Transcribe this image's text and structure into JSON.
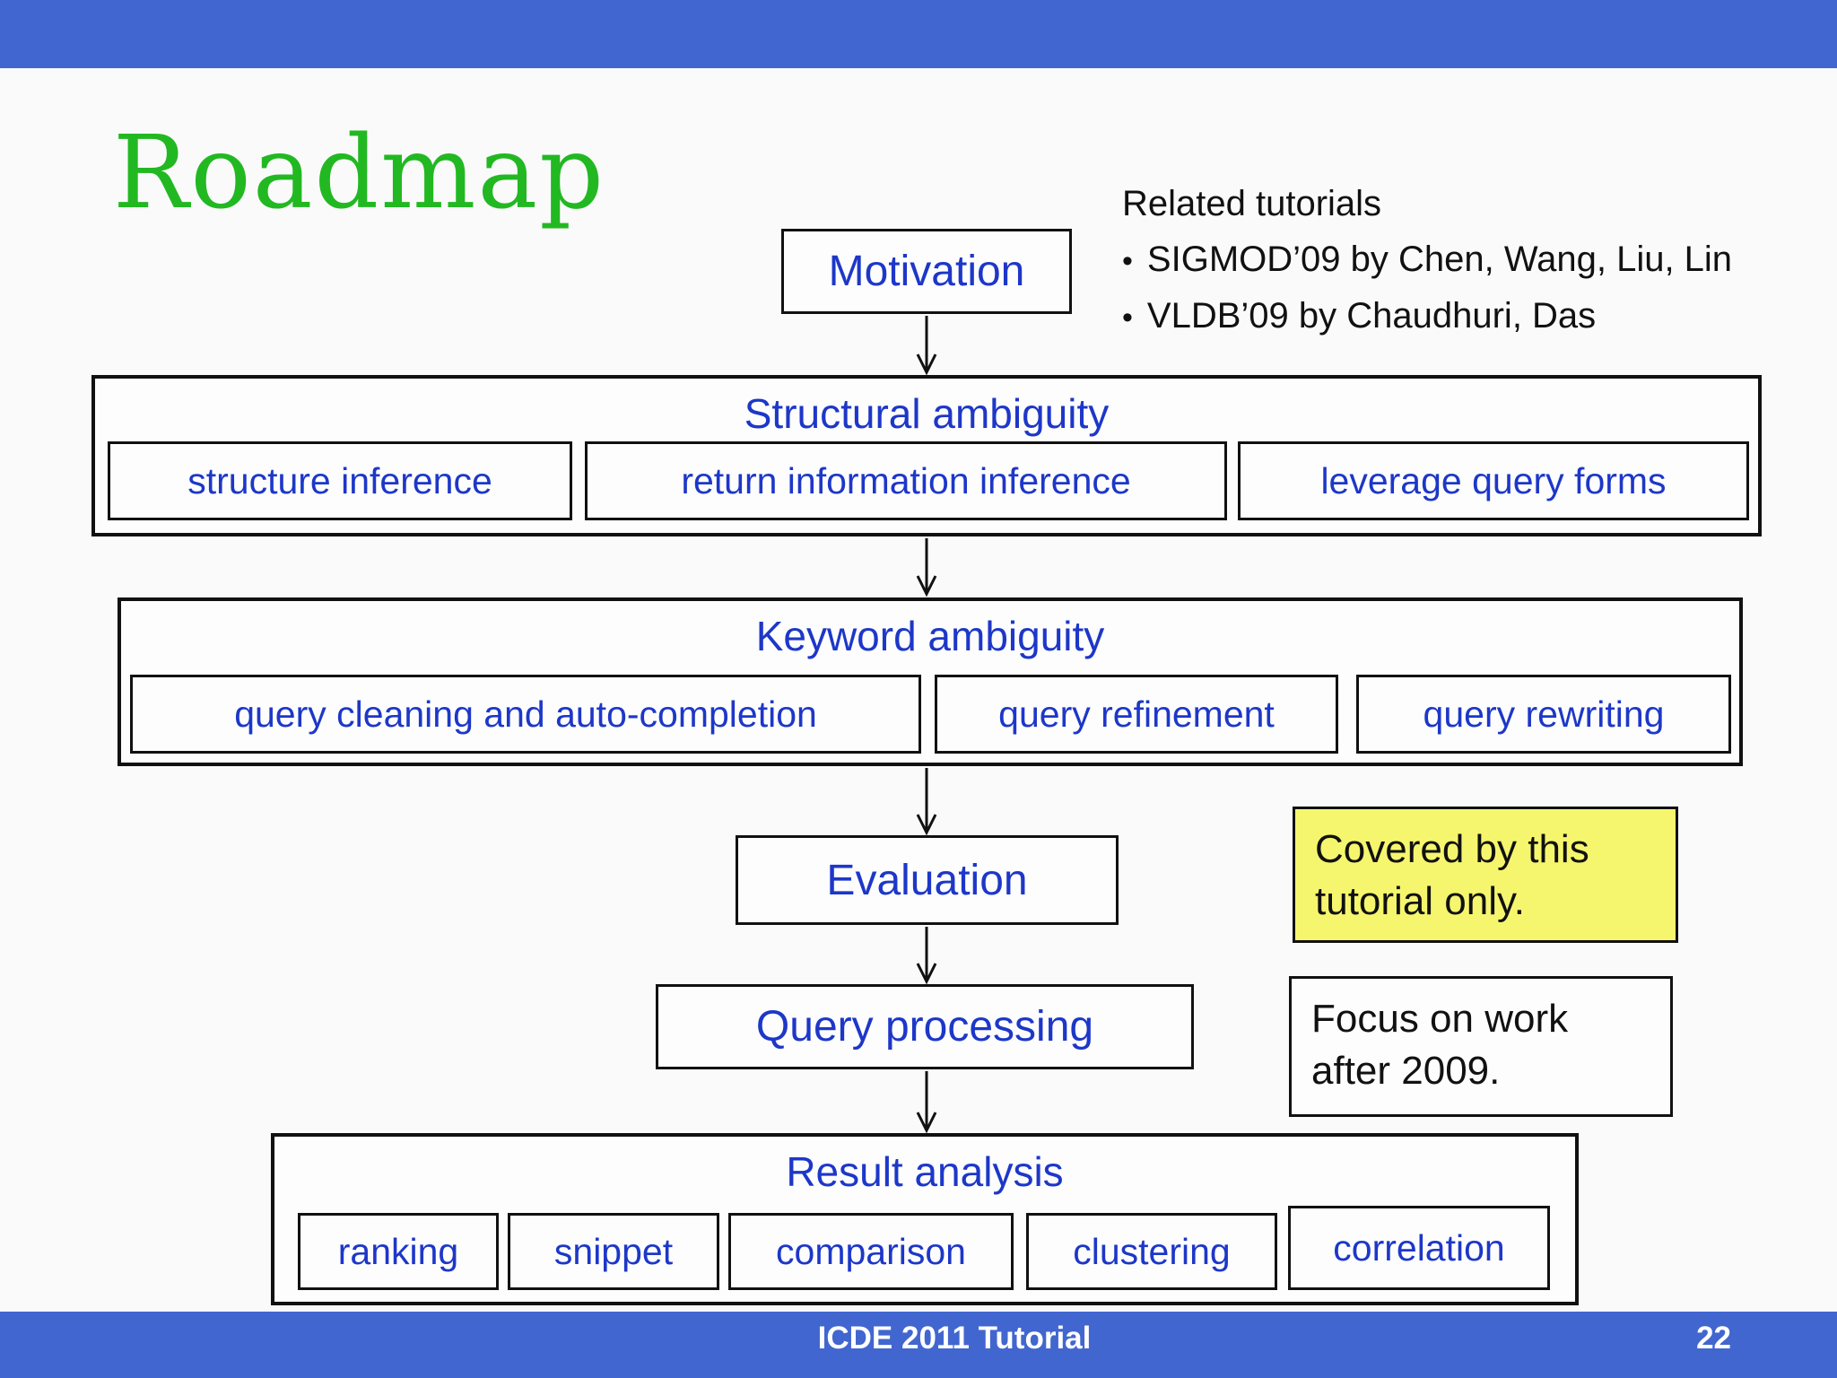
{
  "slide": {
    "title": "Roadmap",
    "footer": {
      "label": "ICDE 2011 Tutorial",
      "page_number": "22"
    }
  },
  "colors": {
    "bar_blue": "#4166cf",
    "text_blue": "#1d37c8",
    "title_green": "#22b822",
    "note_yellow": "#f6f66e",
    "ink": "#111111"
  },
  "bullet_glyph": "•",
  "related_tutorials": {
    "heading": "Related tutorials",
    "items": [
      "SIGMOD’09 by Chen, Wang, Liu, Lin",
      "VLDB’09 by Chaudhuri, Das"
    ]
  },
  "flow": {
    "motivation": {
      "label": "Motivation"
    },
    "structural_ambiguity": {
      "title": "Structural ambiguity",
      "children": [
        "structure inference",
        "return information inference",
        "leverage query forms"
      ]
    },
    "keyword_ambiguity": {
      "title": "Keyword ambiguity",
      "children": [
        "query cleaning and auto-completion",
        "query refinement",
        "query rewriting"
      ]
    },
    "evaluation": {
      "label": "Evaluation"
    },
    "query_processing": {
      "label": "Query processing"
    },
    "result_analysis": {
      "title": "Result analysis",
      "children": [
        "ranking",
        "snippet",
        "comparison",
        "clustering",
        "correlation"
      ]
    }
  },
  "notes": {
    "covered": "Covered by this tutorial only.",
    "focus": "Focus on work after 2009."
  }
}
